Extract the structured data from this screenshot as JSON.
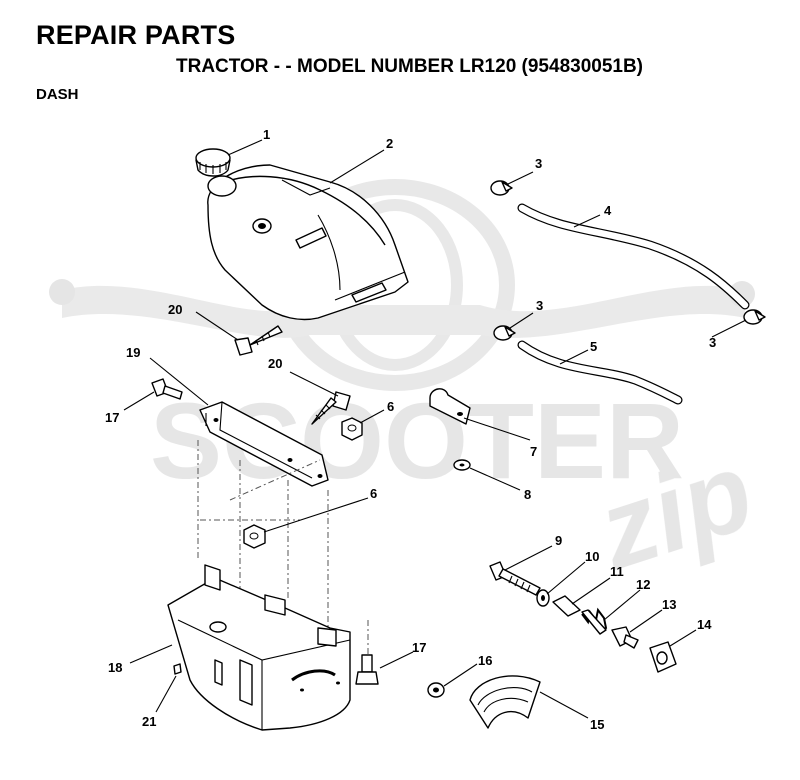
{
  "header": {
    "title": "REPAIR PARTS",
    "subtitle": "TRACTOR - - MODEL NUMBER LR120 (954830051B)",
    "section": "DASH"
  },
  "watermark": {
    "brand": "SCOOTER",
    "script": "zip"
  },
  "callouts": {
    "c1": "1",
    "c2": "2",
    "c3a": "3",
    "c3b": "3",
    "c3c": "3",
    "c4": "4",
    "c5": "5",
    "c6a": "6",
    "c6b": "6",
    "c7": "7",
    "c8": "8",
    "c9": "9",
    "c10": "10",
    "c11": "11",
    "c12": "12",
    "c13": "13",
    "c14": "14",
    "c15": "15",
    "c16": "16",
    "c17a": "17",
    "c17b": "17",
    "c18": "18",
    "c19": "19",
    "c20a": "20",
    "c20b": "20",
    "c21": "21"
  }
}
